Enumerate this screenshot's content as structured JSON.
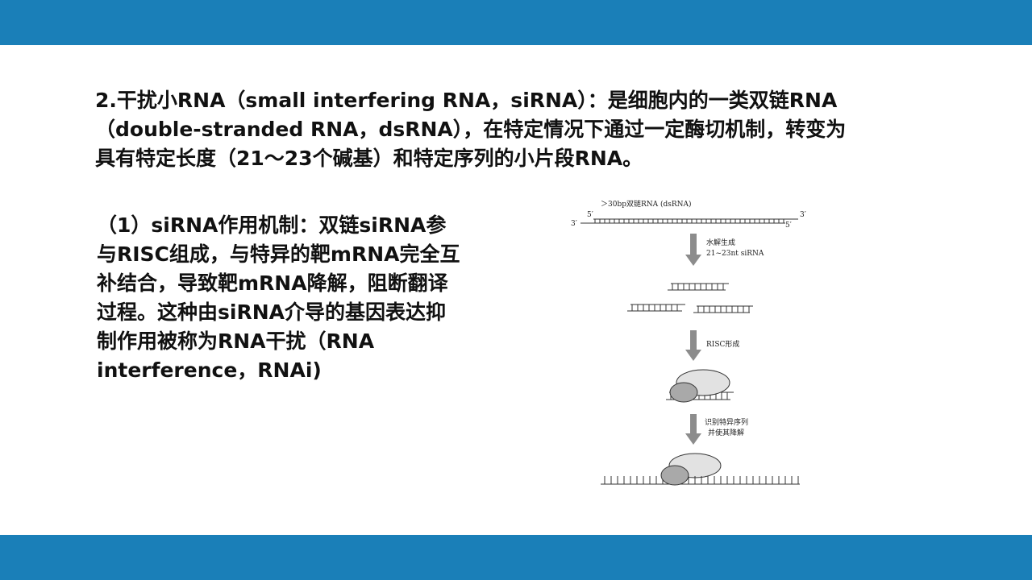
{
  "heading": {
    "lines": [
      "2.干扰小RNA（small interfering RNA，siRNA）：是细胞内的一类双链RNA",
      "（double-stranded RNA，dsRNA），在特定情况下通过一定酶切机制，转变为",
      "具有特定长度（21～23个碱基）和特定序列的小片段RNA。"
    ]
  },
  "body": {
    "lines": [
      "（1）siRNA作用机制：双链siRNA参",
      "与RISC组成，与特异的靶mRNA完全互",
      "补结合，导致靶mRNA降解，阻断翻译",
      "过程。这种由siRNA介导的基因表达抑",
      "制作用被称为RNA干扰（RNA",
      "interference，RNAi)"
    ]
  },
  "diagram": {
    "dsrna_label": "＞30bp双链RNA (dsRNA)",
    "end_5_top": "5′",
    "end_3_top": "3′",
    "end_3_bottom": "3′",
    "end_5_bottom": "5′",
    "step1_line1": "水解生成",
    "step1_line2": "21~23nt siRNA",
    "step2_label": "RISC形成",
    "step3_line1": "识别特异序列",
    "step3_line2": "并使其降解"
  },
  "colors": {
    "bar": "#1a7fb8",
    "arrow": "#8c8c8c",
    "risc_large": "#e2e2e2",
    "risc_small": "#a9a9a9"
  }
}
